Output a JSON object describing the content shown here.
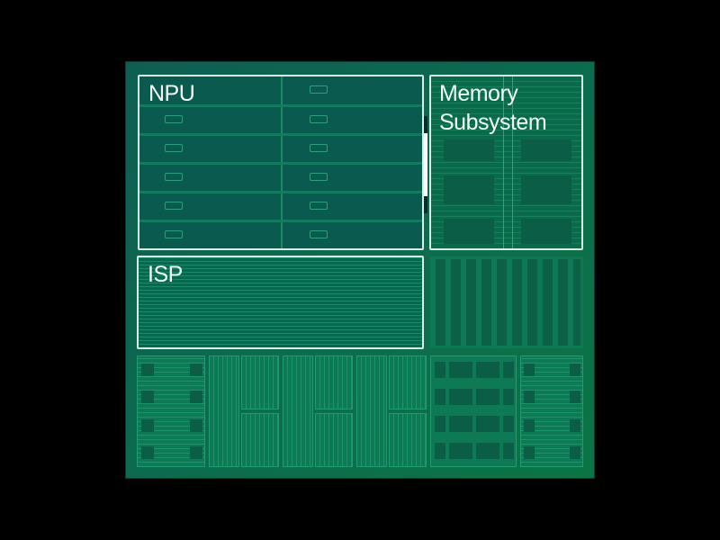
{
  "diagram": {
    "type": "chip-die-floorplan",
    "colors": {
      "background": "#000000",
      "die": "#0c6b4f",
      "highlight_border": "#d8efe6",
      "label": "#f2fbf7"
    },
    "blocks": [
      {
        "id": "npu",
        "label": "NPU",
        "highlighted": true
      },
      {
        "id": "memory",
        "label": "Memory Subsystem",
        "label_lines": [
          "Memory",
          "Subsystem"
        ],
        "highlighted": true
      },
      {
        "id": "isp",
        "label": "ISP",
        "highlighted": true
      },
      {
        "id": "cache-grid",
        "label": "",
        "highlighted": false
      },
      {
        "id": "bottom-logic",
        "label": "",
        "highlighted": false
      }
    ]
  }
}
